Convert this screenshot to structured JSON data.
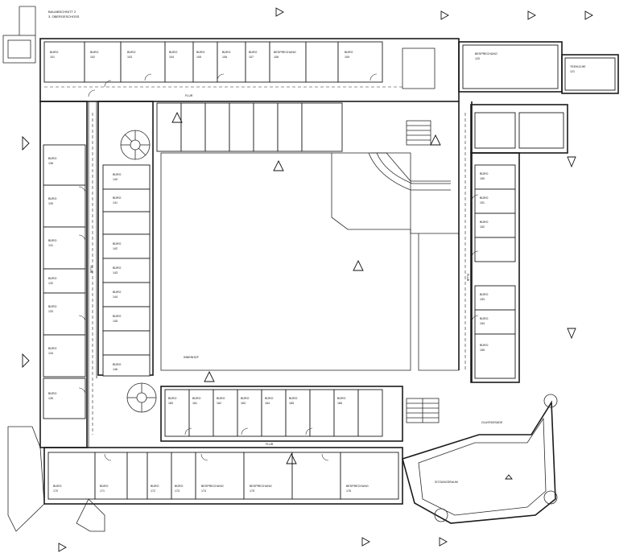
{
  "title_block": {
    "lines": [
      "BAUABSCHNITT 2",
      "3. OBERGESCHOSS"
    ]
  },
  "rooms": {
    "north_row": [
      {
        "name": "BÜRO",
        "num": "101"
      },
      {
        "name": "BÜRO",
        "num": "102"
      },
      {
        "name": "BÜRO",
        "num": "103"
      },
      {
        "name": "BÜRO",
        "num": "104"
      },
      {
        "name": "BÜRO",
        "num": "105"
      },
      {
        "name": "BÜRO",
        "num": "106"
      },
      {
        "name": "BÜRO",
        "num": "107"
      },
      {
        "name": "BESPRECHUNG",
        "num": "108"
      },
      {
        "name": "BÜRO",
        "num": "109"
      }
    ],
    "north_east": [
      {
        "name": "BESPRECHUNG",
        "num": "120"
      },
      {
        "name": "TEEKÜCHE",
        "num": "121"
      }
    ],
    "west_outer": [
      {
        "name": "BÜRO",
        "num": "130"
      },
      {
        "name": "BÜRO",
        "num": "131"
      },
      {
        "name": "BÜRO",
        "num": "132"
      },
      {
        "name": "BÜRO",
        "num": "133"
      },
      {
        "name": "BÜRO",
        "num": "134"
      },
      {
        "name": "BÜRO",
        "num": "135"
      },
      {
        "name": "BÜRO",
        "num": "136"
      }
    ],
    "west_inner": [
      {
        "name": "BÜRO",
        "num": "140"
      },
      {
        "name": "BÜRO",
        "num": "141"
      },
      {
        "name": "BÜRO",
        "num": "142"
      },
      {
        "name": "BÜRO",
        "num": "143"
      },
      {
        "name": "BÜRO",
        "num": "144"
      },
      {
        "name": "BÜRO",
        "num": "145"
      },
      {
        "name": "BÜRO",
        "num": "146"
      }
    ],
    "east_col": [
      {
        "name": "BÜRO",
        "num": "150"
      },
      {
        "name": "BÜRO",
        "num": "151"
      },
      {
        "name": "BÜRO",
        "num": "152"
      },
      {
        "name": "BÜRO",
        "num": "153"
      },
      {
        "name": "BÜRO",
        "num": "154"
      },
      {
        "name": "BÜRO",
        "num": "155"
      }
    ],
    "south_inner": [
      {
        "name": "BÜRO",
        "num": "160"
      },
      {
        "name": "BÜRO",
        "num": "161"
      },
      {
        "name": "BÜRO",
        "num": "162"
      },
      {
        "name": "BÜRO",
        "num": "163"
      },
      {
        "name": "BÜRO",
        "num": "164"
      },
      {
        "name": "BÜRO",
        "num": "165"
      },
      {
        "name": "BÜRO",
        "num": "166"
      }
    ],
    "south_outer": [
      {
        "name": "BÜRO",
        "num": "170"
      },
      {
        "name": "BÜRO",
        "num": "171"
      },
      {
        "name": "BÜRO",
        "num": "172"
      },
      {
        "name": "BÜRO",
        "num": "173"
      },
      {
        "name": "BESPRECHUNG",
        "num": "174"
      },
      {
        "name": "BESPRECHUNG",
        "num": "175"
      },
      {
        "name": "BESPRECHUNG",
        "num": "176"
      }
    ]
  },
  "corridors": {
    "north": "FLUR",
    "south": "FLUR",
    "west": "FLUR",
    "east": "FLUR"
  },
  "courtyard": {
    "label": "INNENHOF"
  },
  "east_labels": {
    "glass": "GLASFASSADE",
    "room": "SITZUNGSRAUM"
  }
}
